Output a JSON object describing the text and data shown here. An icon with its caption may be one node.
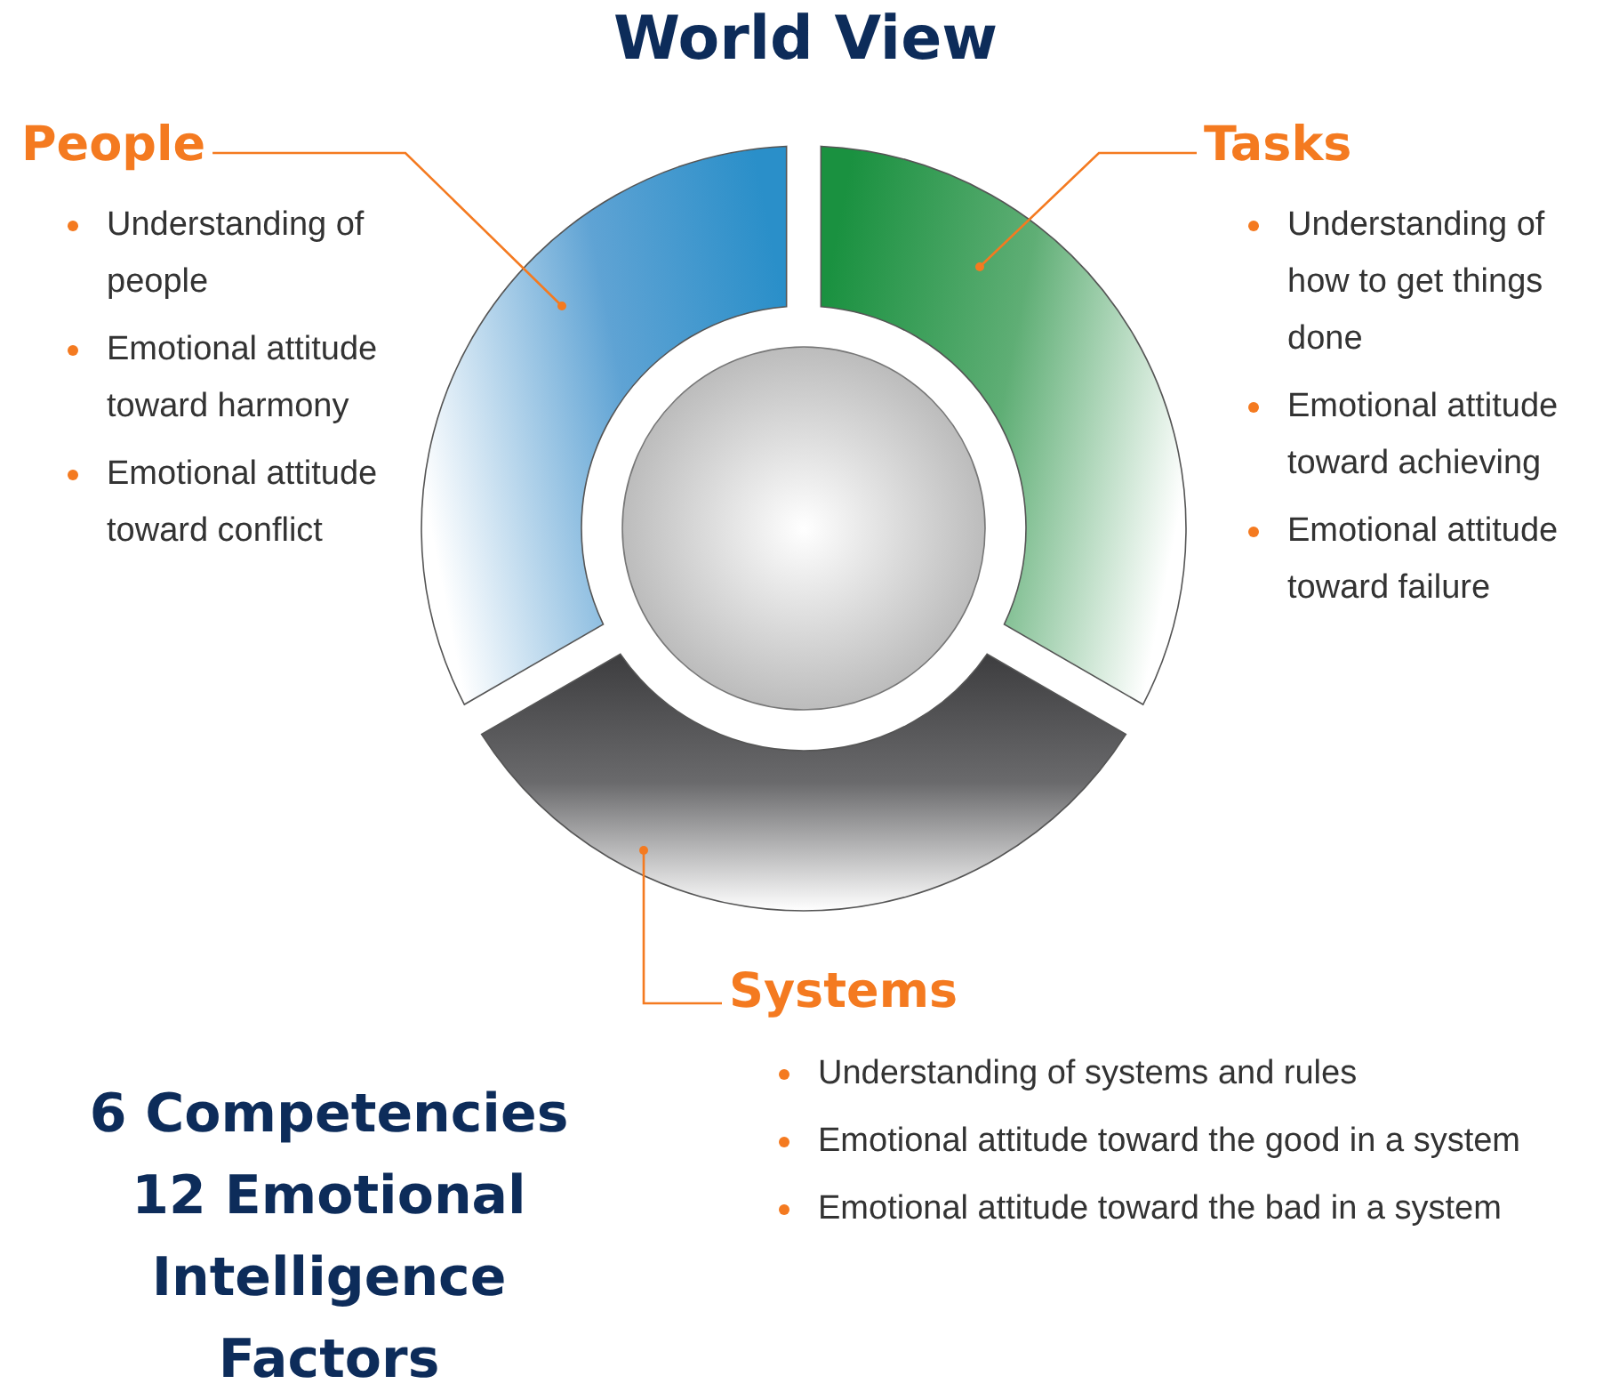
{
  "diagram": {
    "title": "World View",
    "nodes": [
      {
        "text": [
          "People"
        ]
      },
      {
        "text": [],
        "shape": "arc"
      },
      {
        "text": [
          "Tasks"
        ]
      },
      {
        "text": [],
        "shape": "arc"
      },
      {
        "text": [],
        "shape": "arc"
      },
      {
        "text": [
          "Systems"
        ]
      },
      {
        "text": [],
        "shape": "circle"
      }
    ],
    "edges": [
      {
        "from": 0,
        "to": 1,
        "arrow": "other"
      },
      {
        "from": 2,
        "to": 3,
        "arrow": "other"
      },
      {
        "from": 5,
        "to": 4,
        "arrow": "other"
      }
    ],
    "labels": [
      "Understanding of people",
      "Emotional attitude toward harmony",
      "Emotional attitude toward conflict",
      "Understanding of how to get things done",
      "Emotional attitude toward achieving",
      "Emotional attitude toward failure",
      "Understanding of systems and rules",
      "Emotional attitude toward the good in a system",
      "Emotional attitude toward the bad in a system",
      "6 Competencies 12 Emotional Intelligence Factors"
    ]
  }
}
